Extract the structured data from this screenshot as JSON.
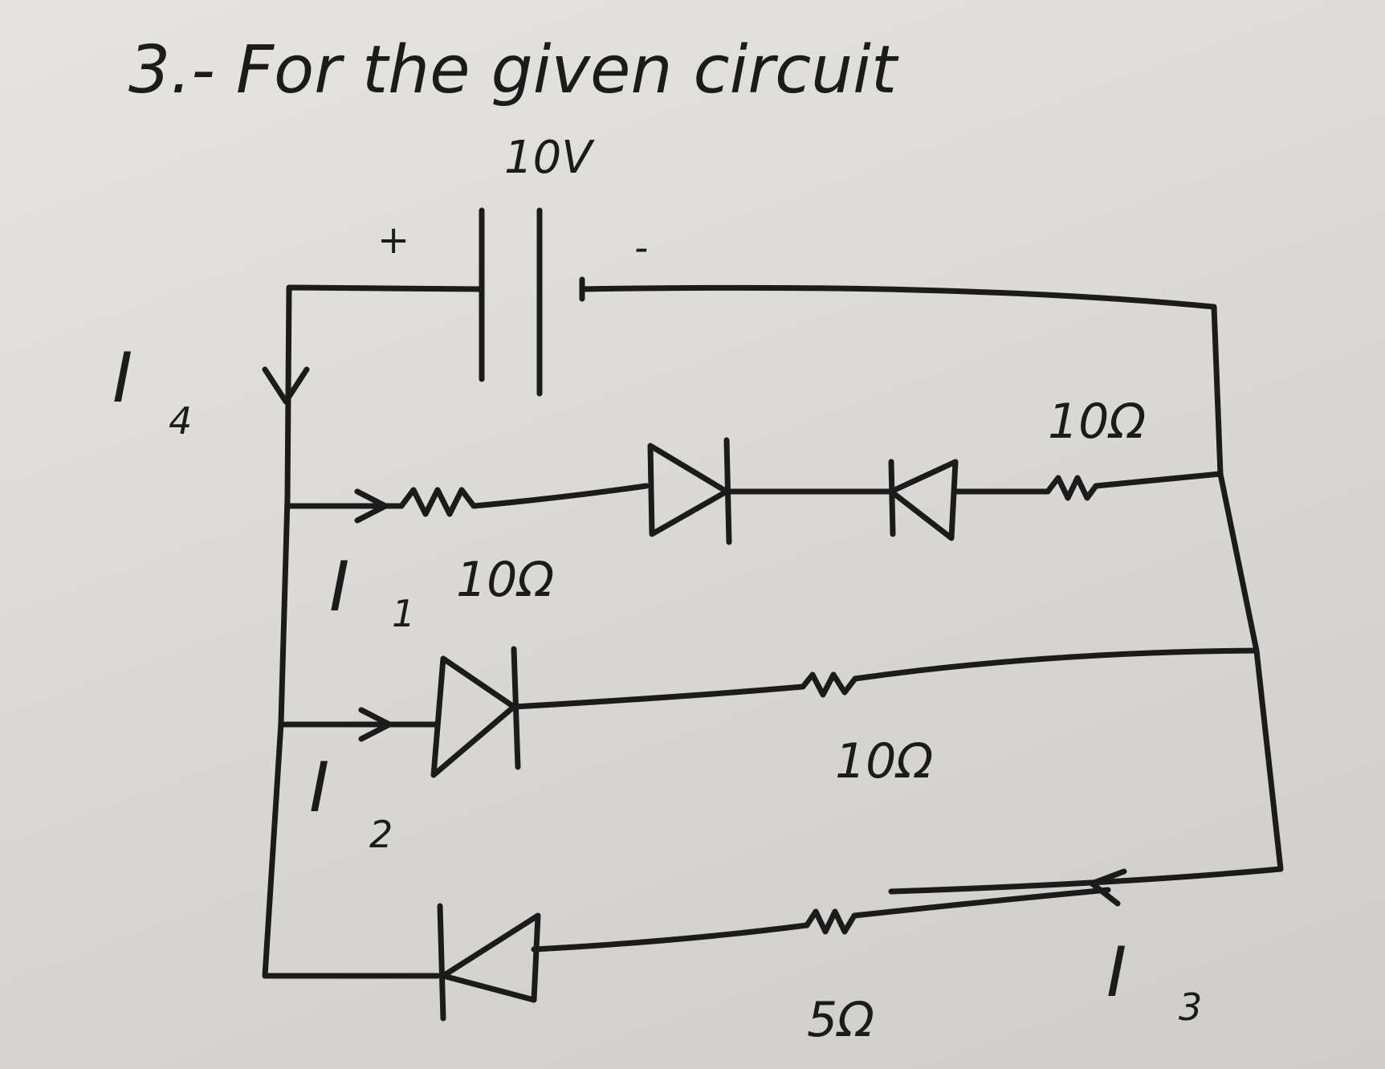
{
  "title": "3.- For the given circuit",
  "source": {
    "label": "10V",
    "plus": "+",
    "minus": "-"
  },
  "currents": {
    "i1": "I",
    "i1_sub": "1",
    "i2": "I",
    "i2_sub": "2",
    "i3": "I",
    "i3_sub": "3",
    "i4": "I",
    "i4_sub": "4"
  },
  "branch1": {
    "r_left": "10Ω",
    "r_right": "10Ω"
  },
  "branch2": {
    "r": "10Ω"
  },
  "branch3": {
    "r": "5Ω"
  }
}
